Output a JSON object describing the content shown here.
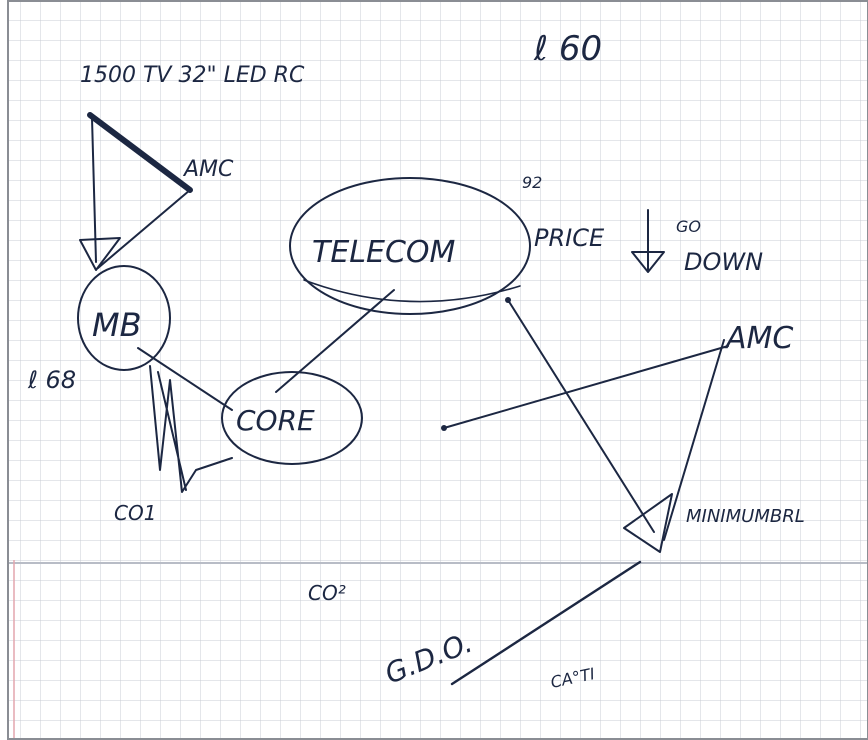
{
  "diagram": {
    "page_number": "ℓ 60",
    "top_note": "1500 TV 32\" LED RC",
    "amc_top": "AMC",
    "mb": "MB",
    "left_margin_number": "ℓ 68",
    "telecom": "TELECOM",
    "price_small": "92",
    "price": "PRICE",
    "go_small": "GO",
    "down": "DOWN",
    "amc_right": "AMC",
    "core": "CORE",
    "minimum": "MINIMUMBRL",
    "co1": "CO1",
    "co2": "CO²",
    "gdo": "G.D.O.",
    "cost": "CA°TI"
  },
  "colors": {
    "ink": "#1c2742",
    "grid": "#c9ccd4",
    "paper": "#ffffff",
    "margin_line": "#e3a6ad"
  }
}
